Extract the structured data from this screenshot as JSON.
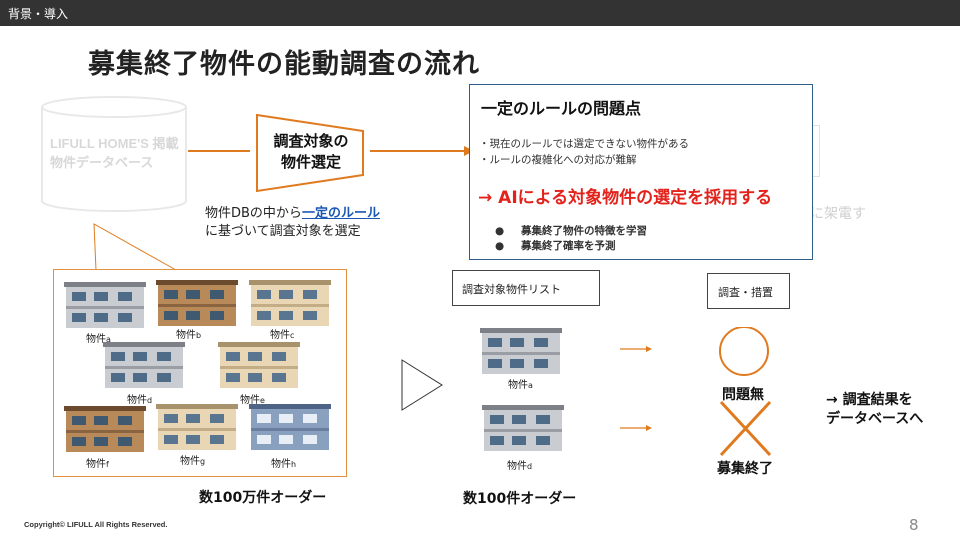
{
  "header": {
    "section_label": "背景・導入"
  },
  "title": "募集終了物件の能動調査の流れ",
  "database": {
    "label": "LIFULL HOME'S 掲載物件データベース"
  },
  "funnel": {
    "label_line1": "調査対象の",
    "label_line2": "物件選定"
  },
  "note": {
    "prefix": "物件DBの中から",
    "link": "一定のルール",
    "suffix": "に基づいて調査対象を選定"
  },
  "faded_call_text": "に架電す",
  "popup": {
    "title": "一定のルールの問題点",
    "problems": [
      "・現在のルールでは選定できない物件がある",
      "・ルールの複雑化への対応が難解"
    ],
    "highlight": "→ AIによる対象物件の選定を採用する",
    "bullets": [
      "募集終了物件の特徴を学習",
      "募集終了確率を予測"
    ],
    "bullet_marker": "●"
  },
  "orders": {
    "houses": [
      {
        "base": "物件",
        "suffix": "a"
      },
      {
        "base": "物件",
        "suffix": "b"
      },
      {
        "base": "物件",
        "suffix": "c"
      },
      {
        "base": "物件",
        "suffix": "d"
      },
      {
        "base": "物件",
        "suffix": "e"
      },
      {
        "base": "物件",
        "suffix": "f"
      },
      {
        "base": "物件",
        "suffix": "g"
      },
      {
        "base": "物件",
        "suffix": "h"
      }
    ],
    "caption": "数100万件オーダー"
  },
  "target_list": {
    "label": "調査対象物件リスト",
    "houses": [
      {
        "base": "物件",
        "suffix": "a"
      },
      {
        "base": "物件",
        "suffix": "d"
      }
    ],
    "caption": "数100件オーダー"
  },
  "survey": {
    "label": "調査・措置",
    "ok_label": "問題無",
    "ended_label": "募集終了"
  },
  "result": {
    "line1": "→ 調査結果を",
    "line2": "データベースへ"
  },
  "footer": {
    "copyright": "Copyright© LIFULL All Rights Reserved.",
    "page_number": "8"
  },
  "colors": {
    "accent_orange": "#e07a1f",
    "highlight_red": "#e3221b",
    "link_blue": "#1a56b4",
    "popup_border": "#2f5d8c"
  }
}
